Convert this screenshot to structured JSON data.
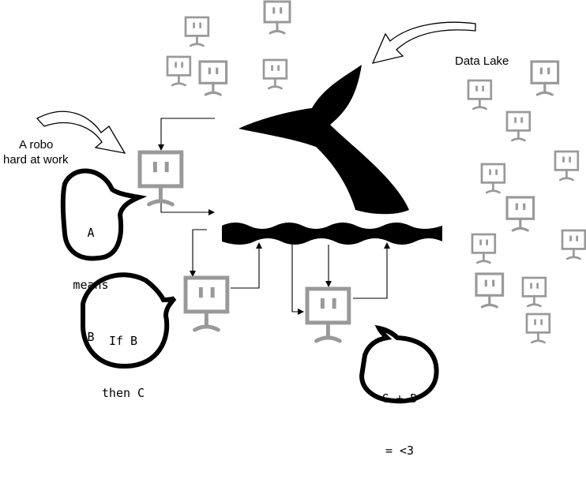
{
  "labels": {
    "data_lake": "Data Lake",
    "robo_line1": "A robo",
    "robo_line2": "hard at work"
  },
  "bubbles": [
    {
      "lines": [
        "A",
        "means",
        "B"
      ]
    },
    {
      "lines": [
        "If B",
        "then C"
      ]
    },
    {
      "lines": [
        "C + D",
        "= <3"
      ]
    }
  ],
  "colors": {
    "robot_small": "#999999",
    "robot_main": "#999999",
    "ink": "#000000"
  }
}
